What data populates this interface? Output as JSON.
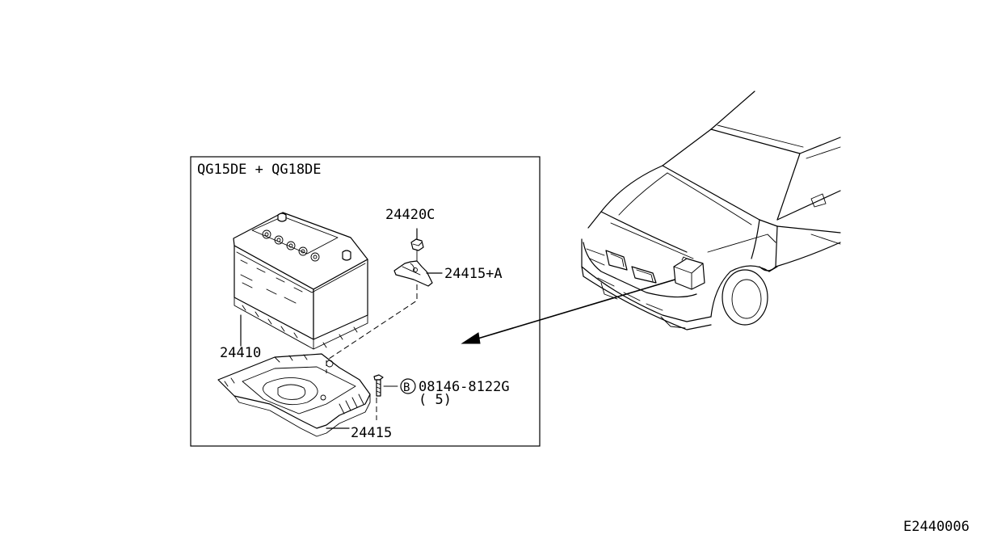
{
  "diagram": {
    "inset_title": "QG15DE + QG18DE",
    "figure_id": "E2440006"
  },
  "parts": [
    {
      "id": "battery",
      "label": "24410"
    },
    {
      "id": "nut",
      "label": "24420C"
    },
    {
      "id": "battery-clamp",
      "label": "24415+A"
    },
    {
      "id": "battery-tray",
      "label": "24415"
    },
    {
      "id": "bolt",
      "label": "08146-8122G",
      "marker": "B",
      "qty": "( 5)"
    }
  ]
}
